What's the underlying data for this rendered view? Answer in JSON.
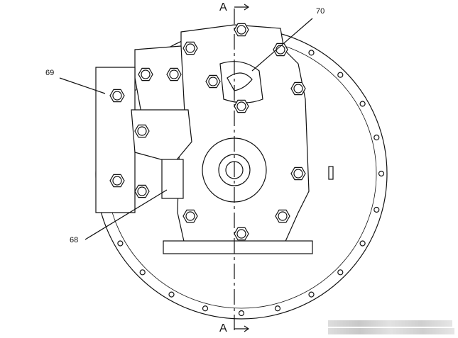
{
  "section_labels": {
    "top": "A",
    "bottom": "A"
  },
  "callouts": [
    {
      "number": "70"
    },
    {
      "number": "69"
    },
    {
      "number": "68"
    }
  ]
}
